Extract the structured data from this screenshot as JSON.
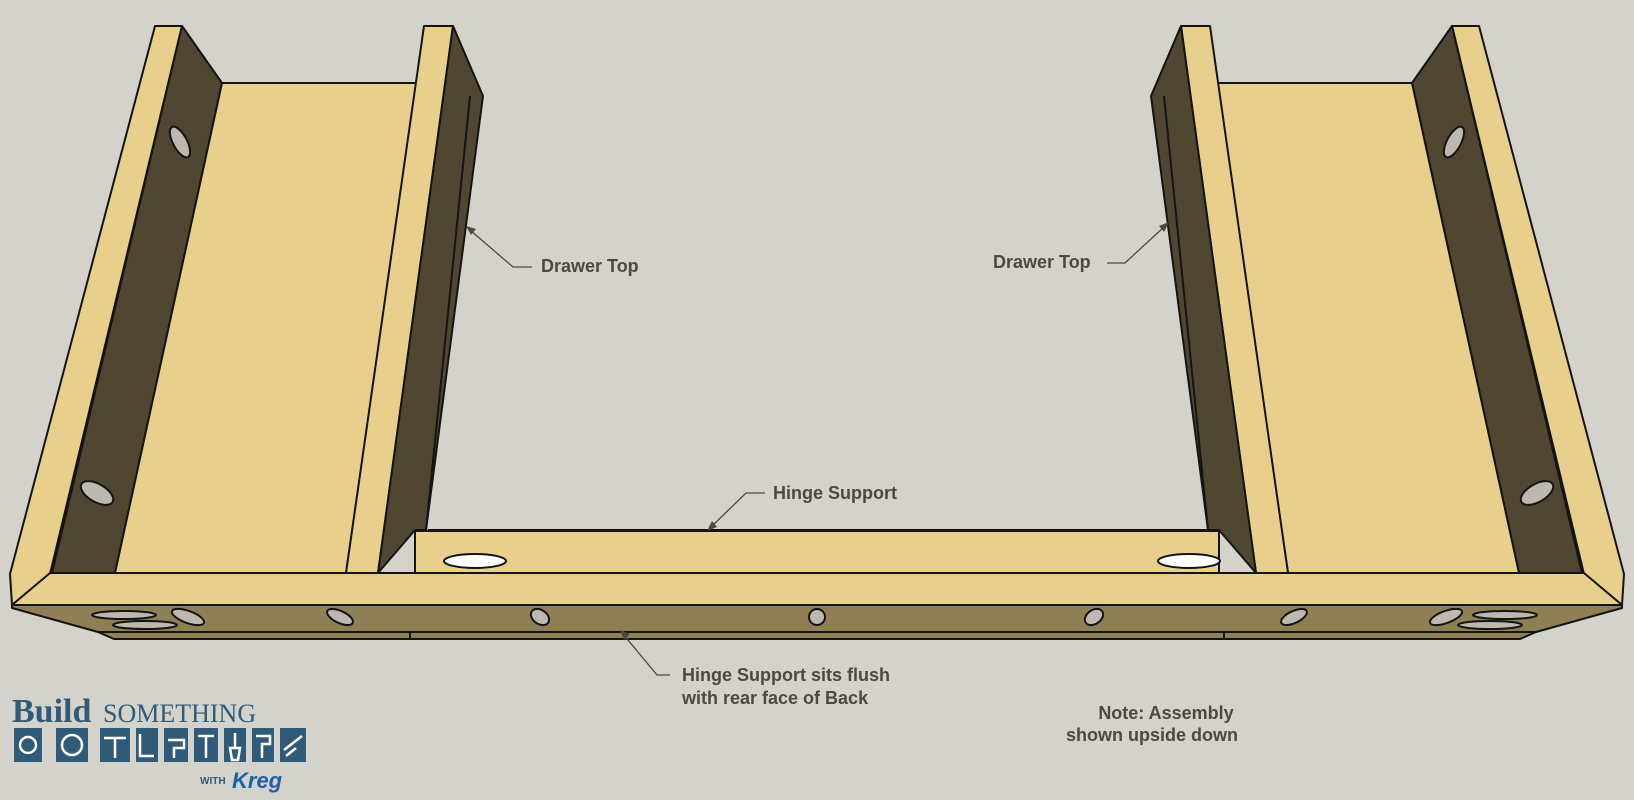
{
  "colors": {
    "background": "#d3d3cb",
    "board_face": "#e8cf8c",
    "board_shadow": "#4f4731",
    "board_side": "#8e7f55",
    "outline": "#141414",
    "label_text": "#4a4a44",
    "logo_blue": "#2f5a78",
    "kreg_blue": "#1d5fa8"
  },
  "labels": {
    "drawer_top_left": "Drawer Top",
    "drawer_top_right": "Drawer Top",
    "hinge_support": "Hinge Support",
    "flush_note_line1": "Hinge Support sits flush",
    "flush_note_line2": "with rear face of Back",
    "assembly_note_line1": "Note: Assembly",
    "assembly_note_line2": "shown upside down"
  },
  "logo": {
    "build": "Build",
    "something": "SOMETHING",
    "with": "WITH",
    "kreg": "Kreg",
    "tool_icons": [
      "saw-blade-icon",
      "circular-saw-icon",
      "hammer-icon",
      "square-icon",
      "drill-icon",
      "clamp-icon",
      "brush-icon",
      "roller-icon",
      "level-icon",
      "sander-icon"
    ]
  }
}
